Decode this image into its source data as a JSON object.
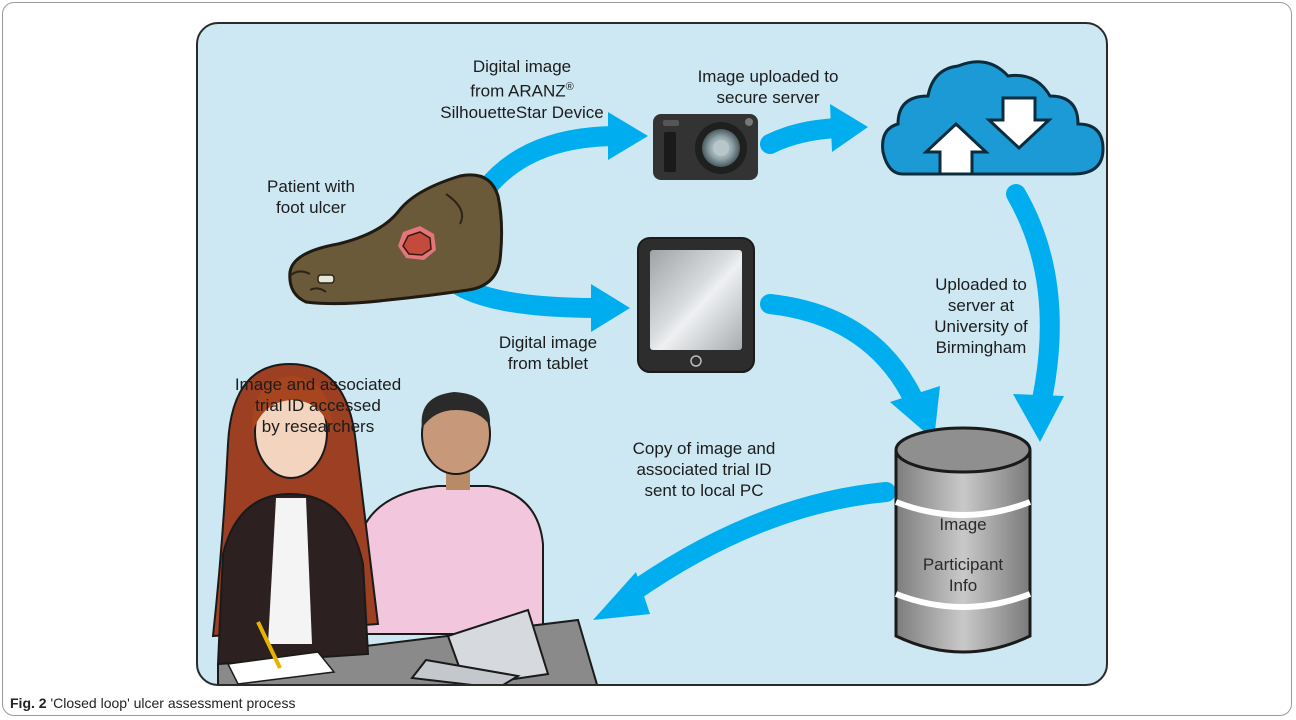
{
  "labels": {
    "digital_image_device_line1": "Digital image",
    "digital_image_device_line2": "from ARANZ",
    "registered_mark": "®",
    "digital_image_device_line3": "SilhouetteStar Device",
    "uploaded_secure_line1": "Image uploaded to",
    "uploaded_secure_line2": "secure server",
    "patient_line1": "Patient with",
    "patient_line2": "foot ulcer",
    "uploaded_uob_line1": "Uploaded to",
    "uploaded_uob_line2": "server at",
    "uploaded_uob_line3": "University of",
    "uploaded_uob_line4": "Birmingham",
    "tablet_line1": "Digital image",
    "tablet_line2": "from tablet",
    "researchers_line1": "Image and associated",
    "researchers_line2": "trial ID accessed",
    "researchers_line3": "by researchers",
    "copy_line1": "Copy of image and",
    "copy_line2": "associated trial ID",
    "copy_line3": "sent to local PC"
  },
  "database": {
    "row1": "Image",
    "row2_line1": "Participant",
    "row2_line2": "Info"
  },
  "caption": {
    "prefix": "Fig. 2",
    "text": " 'Closed loop' ulcer assessment process"
  },
  "colors": {
    "background": "#cde8f3",
    "arrow": "#00aeef",
    "cloud": "#1b9ad6",
    "camera": "#333333",
    "foot": "#6b5a3a",
    "ulcer": "#c44a3e"
  },
  "icons": [
    "camera-icon",
    "cloud-upload-download-icon",
    "foot-icon",
    "tablet-icon",
    "database-icon",
    "researchers-illustration"
  ]
}
